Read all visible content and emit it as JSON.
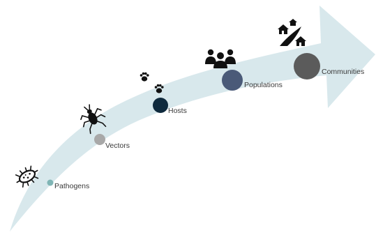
{
  "stages": [
    {
      "id": "pathogens",
      "label": "Pathogens",
      "icon": "bacterium-icon",
      "color": "#7fb5b5"
    },
    {
      "id": "vectors",
      "label": "Vectors",
      "icon": "mosquito-icon",
      "color": "#a8a8a8"
    },
    {
      "id": "hosts",
      "label": "Hosts",
      "icon": "paw-prints-icon",
      "color": "#0f2a3d"
    },
    {
      "id": "populations",
      "label": "Populations",
      "icon": "people-icon",
      "color": "#4a5a78"
    },
    {
      "id": "communities",
      "label": "Communities",
      "icon": "houses-road-icon",
      "color": "#5b5b5b"
    }
  ],
  "arrow_color": "#d8e8ec"
}
